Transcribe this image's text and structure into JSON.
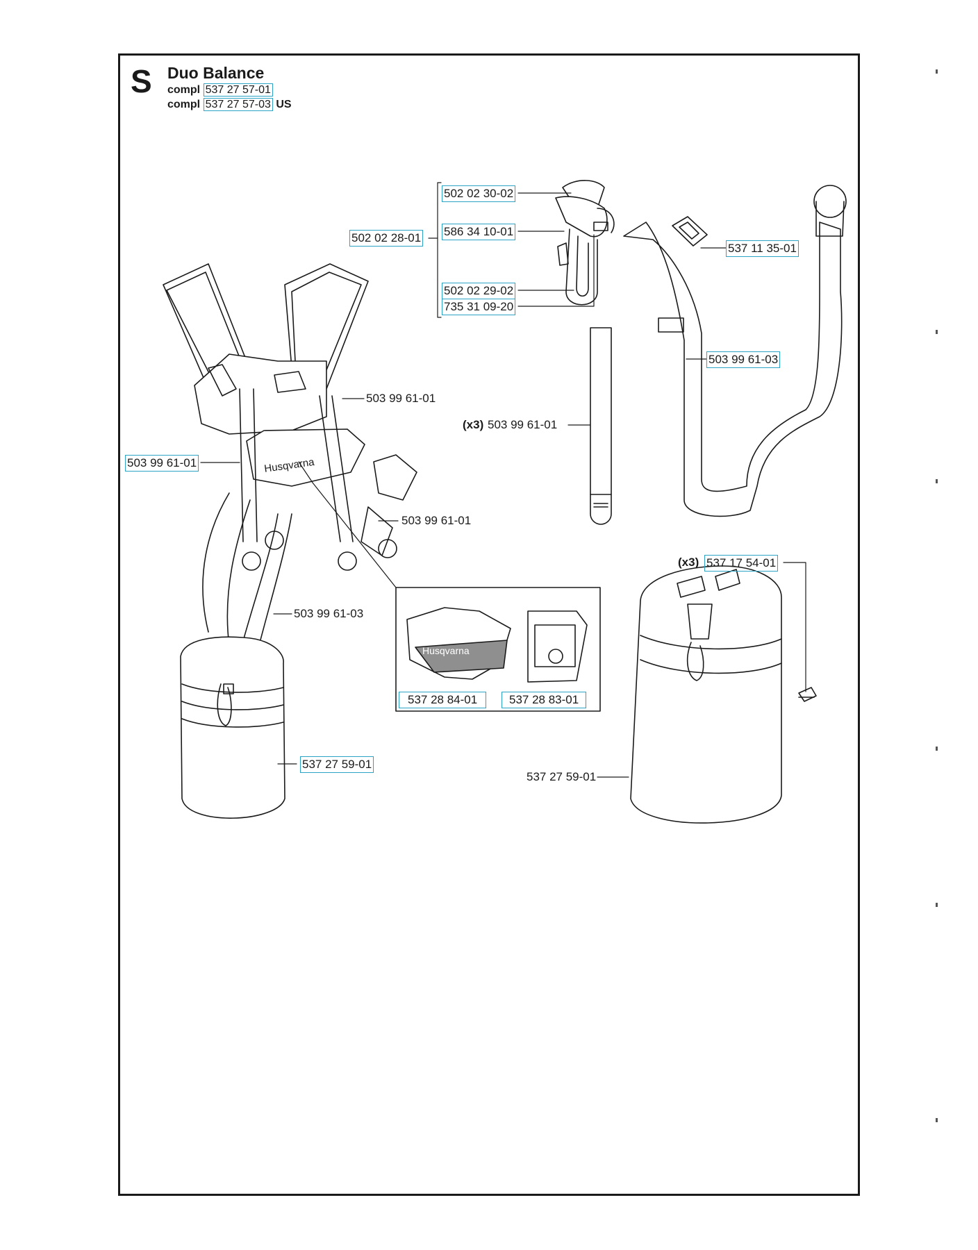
{
  "section": {
    "letter": "S",
    "title": "Duo Balance",
    "compl": [
      {
        "prefix": "compl",
        "part": "537 27 57-01",
        "suffix": ""
      },
      {
        "prefix": "compl",
        "part": "537 27 57-03",
        "suffix": "US"
      }
    ]
  },
  "parts": {
    "p_502_02_30_02": "502 02 30-02",
    "p_586_34_10_01": "586 34 10-01",
    "p_502_02_28_01": "502 02 28-01",
    "p_502_02_29_02": "502 02 29-02",
    "p_735_31_09_20": "735 31 09-20",
    "p_537_11_35_01": "537 11 35-01",
    "p_503_99_61_03_right": "503 99 61-03",
    "p_503_99_61_01_shoulder": "503 99 61-01",
    "p_503_99_61_01_strap_x3": "503 99 61-01",
    "p_503_99_61_01_left": "503 99 61-01",
    "p_503_99_61_01_hip": "503 99 61-01",
    "p_503_99_61_03_lower": "503 99 61-03",
    "p_537_17_54_01": "537 17 54-01",
    "p_537_28_84_01": "537 28 84-01",
    "p_537_28_83_01": "537 28 83-01",
    "p_537_27_59_01_left": "537 27 59-01",
    "p_537_27_59_01_right": "537 27 59-01"
  },
  "qty": {
    "x3_strap": "(x3)",
    "x3_screw": "(x3)"
  },
  "brand": {
    "logo_text": "Husqvarna"
  },
  "colors": {
    "link_border": "#2aa3c4",
    "ink": "#1a1a1a"
  }
}
